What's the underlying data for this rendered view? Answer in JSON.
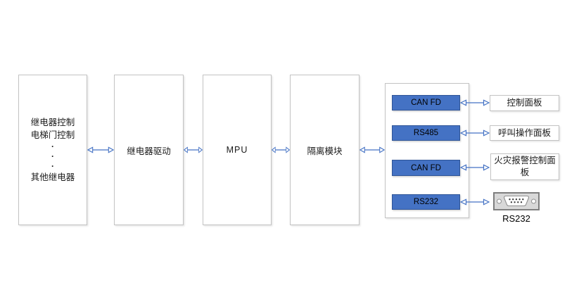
{
  "diagram": {
    "title_none_visible": "",
    "colors": {
      "accent_blue": "#4472C4",
      "blue_border": "#2F5597",
      "box_border": "#C3C3C3",
      "arrow": "#4472C4",
      "connector_border": "#7F7F7F",
      "connector_fill": "#D8D8D8"
    },
    "main_blocks": {
      "relay_box": {
        "lines": [
          "继电器控制",
          "电梯门控制",
          "·",
          "·",
          "·",
          "其他继电器"
        ]
      },
      "relay_driver": {
        "label": "继电器驱动"
      },
      "mpu": {
        "label": "MPU"
      },
      "isolation": {
        "label": "隔离模块"
      }
    },
    "interface_group": {
      "ports": [
        {
          "label": "CAN FD"
        },
        {
          "label": "RS485"
        },
        {
          "label": "CAN FD"
        },
        {
          "label": "RS232"
        }
      ]
    },
    "peripherals": {
      "control_panel": "控制面板",
      "call_panel": "呼叫操作面板",
      "fire_panel": "火灾报警控制面板",
      "rs232_connector": "DB9-serial-connector",
      "rs232_label": "RS232"
    }
  }
}
